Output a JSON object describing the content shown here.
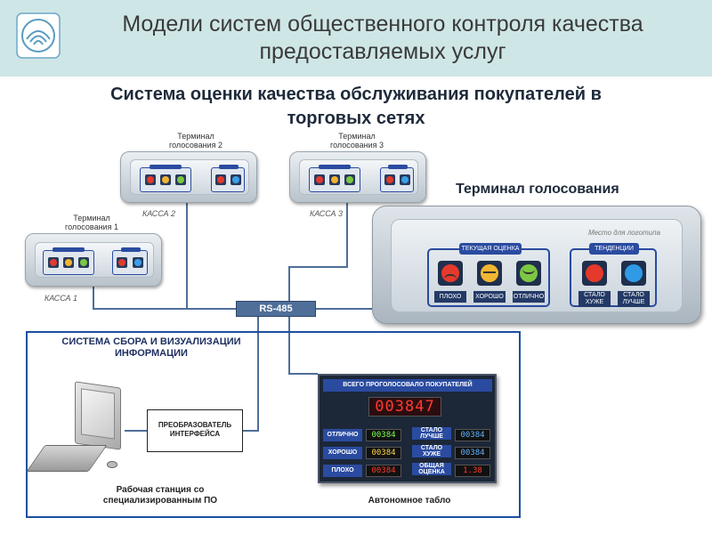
{
  "header": {
    "title_line1": "Модели систем общественного контроля качества",
    "title_line2": "предоставляемых  услуг"
  },
  "subtitle_line1": "Система оценки качества обслуживания покупателей в",
  "subtitle_line2": "торговых сетях",
  "terminal_caption": "Терминал голосования",
  "terminals": [
    {
      "label_line1": "Терминал",
      "label_line2": "голосования 1",
      "kassa": "КАССА 1"
    },
    {
      "label_line1": "Терминал",
      "label_line2": "голосования 2",
      "kassa": "КАССА 2"
    },
    {
      "label_line1": "Терминал",
      "label_line2": "голосования 3",
      "kassa": "КАССА 3"
    }
  ],
  "bus_label": "RS-485",
  "big_terminal": {
    "logo_place": "Место для логотипа",
    "current_title": "ТЕКУЩАЯ ОЦЕНКА",
    "trends_title": "ТЕНДЕНЦИИ",
    "btn_bad": "ПЛОХО",
    "btn_good": "ХОРОШО",
    "btn_excellent": "ОТЛИЧНО",
    "btn_worse_1": "СТАЛО",
    "btn_worse_2": "ХУЖЕ",
    "btn_better_1": "СТАЛО",
    "btn_better_2": "ЛУЧШЕ"
  },
  "system": {
    "title_line1": "СИСТЕМА СБОРА И ВИЗУАЛИЗАЦИИ",
    "title_line2": "ИНФОРМАЦИИ",
    "converter_line1": "ПРЕОБРАЗОВАТЕЛЬ",
    "converter_line2": "ИНТЕРФЕЙСА",
    "workstation_line1": "Рабочая станция со",
    "workstation_line2": "специализированным ПО",
    "tablo_label": "Автономное табло"
  },
  "board": {
    "header": "ВСЕГО ПРОГОЛОСОВАЛО ПОКУПАТЕЛЕЙ",
    "total": "003847",
    "excellent_label": "ОТЛИЧНО",
    "excellent_value": "00384",
    "good_label": "ХОРОШО",
    "good_value": "00384",
    "bad_label": "ПЛОХО",
    "bad_value": "00384",
    "better_label_1": "СТАЛО",
    "better_label_2": "ЛУЧШЕ",
    "better_value": "00384",
    "worse_label_1": "СТАЛО",
    "worse_label_2": "ХУЖЕ",
    "worse_value": "00384",
    "overall_label_1": "ОБЩАЯ",
    "overall_label_2": "ОЦЕНКА",
    "overall_value": "1.38"
  },
  "colors": {
    "header_bg": "#cfe6e6",
    "accent_blue": "#2a4ba0",
    "wire": "#4f6f98",
    "led_red": "#ff3b2f",
    "led_green": "#7cff4a",
    "led_blue": "#5fb4ff"
  }
}
